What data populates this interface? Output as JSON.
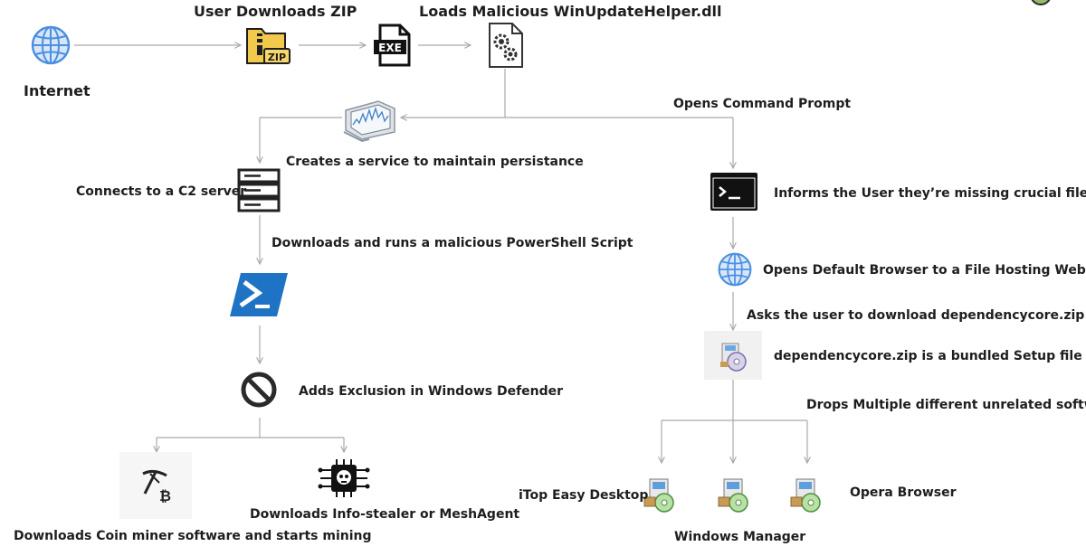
{
  "labels": {
    "internet": "Internet",
    "user_downloads_zip": "User Downloads ZIP",
    "loads_dll": "Loads Malicious WinUpdateHelper.dll",
    "opens_cmd": "Opens Command Prompt",
    "creates_service": "Creates a service to maintain persistance",
    "connects_c2": "Connects to a C2 server",
    "downloads_ps": "Downloads and runs a malicious PowerShell Script",
    "adds_exclusion": "Adds Exclusion in Windows Defender",
    "coin_miner": "Downloads Coin miner software and starts mining",
    "info_stealer": "Downloads Info-stealer or MeshAgent",
    "informs_user": "Informs the User they’re missing crucial files",
    "opens_browser": "Opens Default Browser to a File Hosting Website",
    "asks_download": "Asks the user to download dependencycore.zip",
    "bundled_setup": "dependencycore.zip is a bundled Setup file",
    "drops_software": "Drops Multiple different unrelated software",
    "itop": "iTop Easy Desktop",
    "opera": "Opera Browser",
    "windows_manager": "Windows Manager"
  },
  "icon_text": {
    "zip": "ZIP",
    "exe": "EXE"
  },
  "colors": {
    "line": "#a9a9a9",
    "globe": "#4a8fe0",
    "globe_fill": "#d7e6fa",
    "folder": "#f2c94c",
    "powershell": "#1f73c4",
    "terminal": "#111111",
    "label": "#1e1e1e"
  },
  "icons": [
    "globe-icon",
    "zip-folder-icon",
    "exe-file-icon",
    "dll-gear-file-icon",
    "monitor-chart-icon",
    "server-icon",
    "terminal-icon",
    "powershell-icon",
    "blocked-icon",
    "pickaxe-bitcoin-icon",
    "virus-chip-icon",
    "setup-installer-icon"
  ]
}
